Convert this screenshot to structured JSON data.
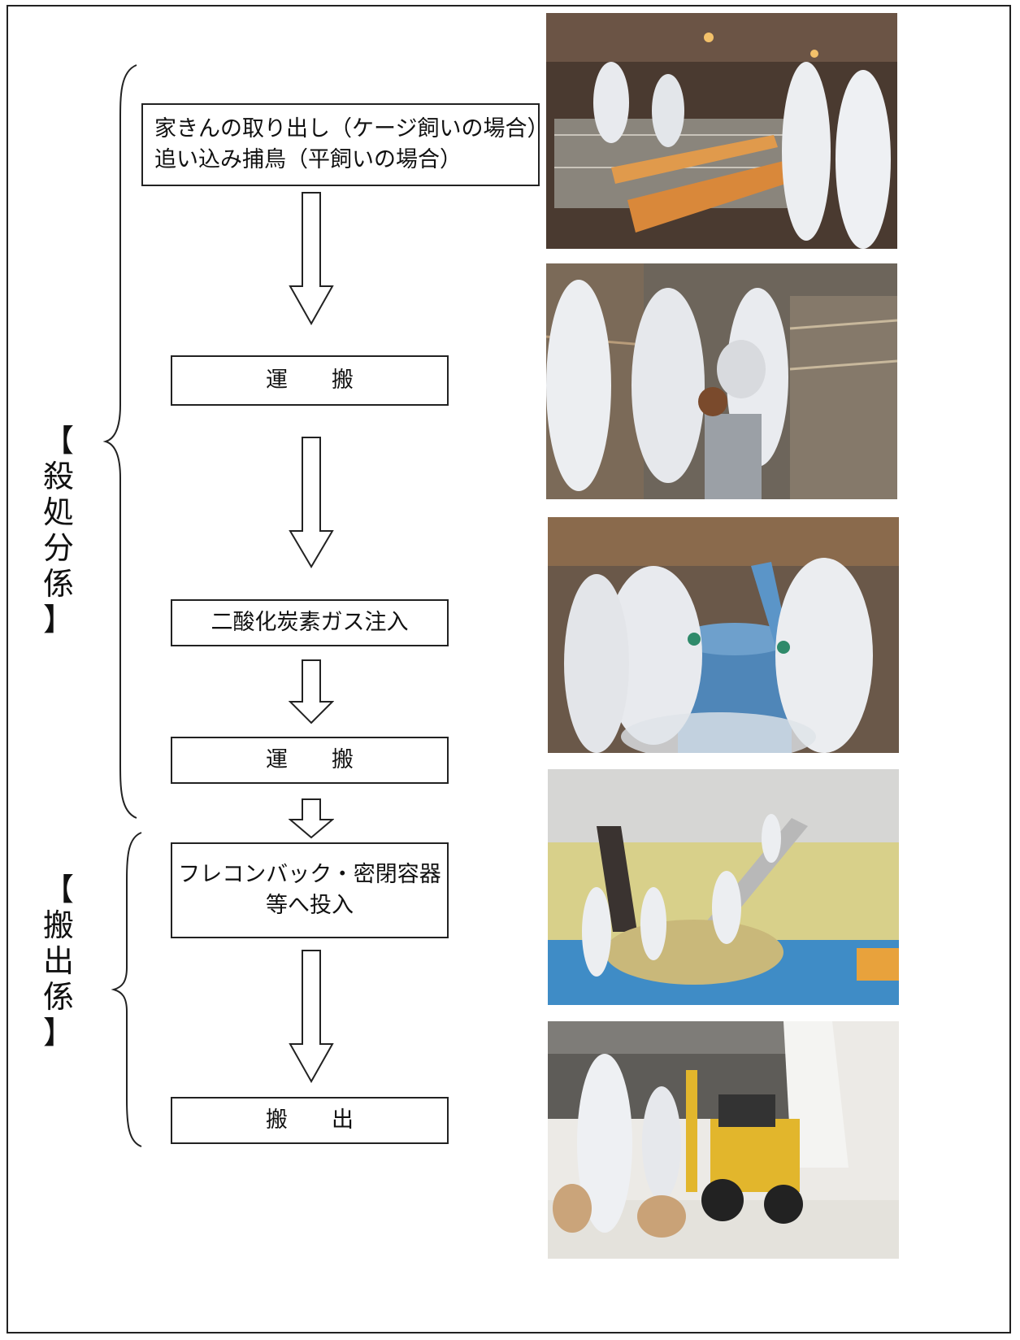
{
  "groups": [
    {
      "id": "killing",
      "bracket_open": "【",
      "label_chars": [
        "殺",
        "処",
        "分",
        "係"
      ],
      "bracket_close": "】"
    },
    {
      "id": "carrying",
      "bracket_open": "【",
      "label_chars": [
        "搬",
        "出",
        "係"
      ],
      "bracket_close": "】"
    }
  ],
  "steps": [
    {
      "lines": [
        "家きんの取り出し（ケージ飼いの場合）",
        "追い込み捕鳥（平飼いの場合）"
      ]
    },
    {
      "text": "運　　搬"
    },
    {
      "text": "二酸化炭素ガス注入"
    },
    {
      "text": "運　　搬"
    },
    {
      "lines": [
        "フレコンバック・密閉容器",
        "等へ投入"
      ]
    },
    {
      "text": "搬　　出"
    }
  ],
  "photos": [
    {
      "name": "photo-catching-birds-in-cage-house",
      "palette": [
        "#5a4436",
        "#d8dbe0",
        "#d98a3c"
      ]
    },
    {
      "name": "photo-carrying-birds-to-bin",
      "palette": [
        "#6f6456",
        "#e4e6ea",
        "#9a9fa6"
      ]
    },
    {
      "name": "photo-co2-gas-injection",
      "palette": [
        "#6c5a4a",
        "#e6e8ec",
        "#4f86b8"
      ]
    },
    {
      "name": "photo-loading-flexible-container-bags",
      "palette": [
        "#d9d3a8",
        "#e2e4e8",
        "#3f8cc6"
      ]
    },
    {
      "name": "photo-forklift-carrying-out",
      "palette": [
        "#8c8a86",
        "#eceef0",
        "#e2b62c"
      ]
    }
  ]
}
